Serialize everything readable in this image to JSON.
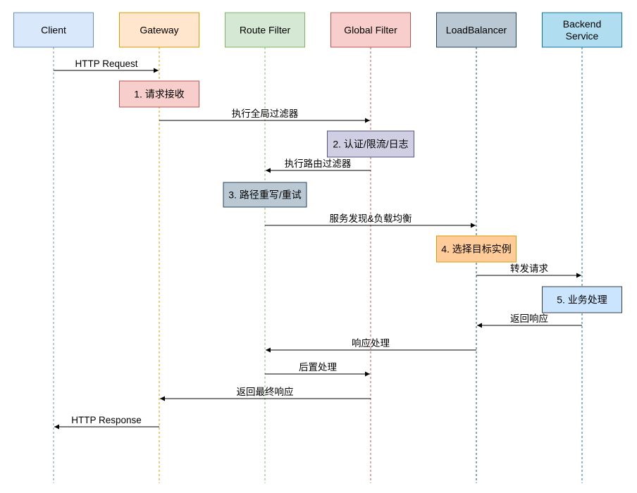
{
  "participants": [
    {
      "id": "client",
      "label": [
        "Client"
      ],
      "fill": "#dae8fc",
      "stroke": "#6c8ebf"
    },
    {
      "id": "gateway",
      "label": [
        "Gateway"
      ],
      "fill": "#ffe6cc",
      "stroke": "#d79b00"
    },
    {
      "id": "route-filter",
      "label": [
        "Route Filter"
      ],
      "fill": "#d5e8d4",
      "stroke": "#82b366"
    },
    {
      "id": "global-filter",
      "label": [
        "Global Filter"
      ],
      "fill": "#f8cecc",
      "stroke": "#b85450"
    },
    {
      "id": "load-balancer",
      "label": [
        "LoadBalancer"
      ],
      "fill": "#bac8d3",
      "stroke": "#23445d"
    },
    {
      "id": "backend-service",
      "label": [
        "Backend",
        "Service"
      ],
      "fill": "#b1ddf0",
      "stroke": "#10739e"
    }
  ],
  "messages": [
    {
      "from": "client",
      "to": "gateway",
      "label": "HTTP Request"
    },
    {
      "from": "gateway",
      "to": "global-filter",
      "label": "执行全局过滤器"
    },
    {
      "from": "global-filter",
      "to": "route-filter",
      "label": "执行路由过滤器"
    },
    {
      "from": "route-filter",
      "to": "load-balancer",
      "label": "服务发现&负载均衡"
    },
    {
      "from": "load-balancer",
      "to": "backend-service",
      "label": "转发请求"
    },
    {
      "from": "backend-service",
      "to": "load-balancer",
      "label": "返回响应"
    },
    {
      "from": "load-balancer",
      "to": "route-filter",
      "label": "响应处理"
    },
    {
      "from": "route-filter",
      "to": "global-filter",
      "label": "后置处理"
    },
    {
      "from": "global-filter",
      "to": "gateway",
      "label": "返回最终响应"
    },
    {
      "from": "gateway",
      "to": "client",
      "label": "HTTP Response"
    }
  ],
  "steps": [
    {
      "participant": "gateway",
      "label": "1. 请求接收",
      "fill": "#f8cecc",
      "stroke": "#b85450"
    },
    {
      "participant": "global-filter",
      "label": "2. 认证/限流/日志",
      "fill": "#d0cee2",
      "stroke": "#56517e"
    },
    {
      "participant": "route-filter",
      "label": "3. 路径重写/重试",
      "fill": "#bac8d3",
      "stroke": "#23445d"
    },
    {
      "participant": "load-balancer",
      "label": "4. 选择目标实例",
      "fill": "#ffcc99",
      "stroke": "#d79b00"
    },
    {
      "participant": "backend-service",
      "label": "5. 业务处理",
      "fill": "#cce5ff",
      "stroke": "#36393d"
    }
  ]
}
